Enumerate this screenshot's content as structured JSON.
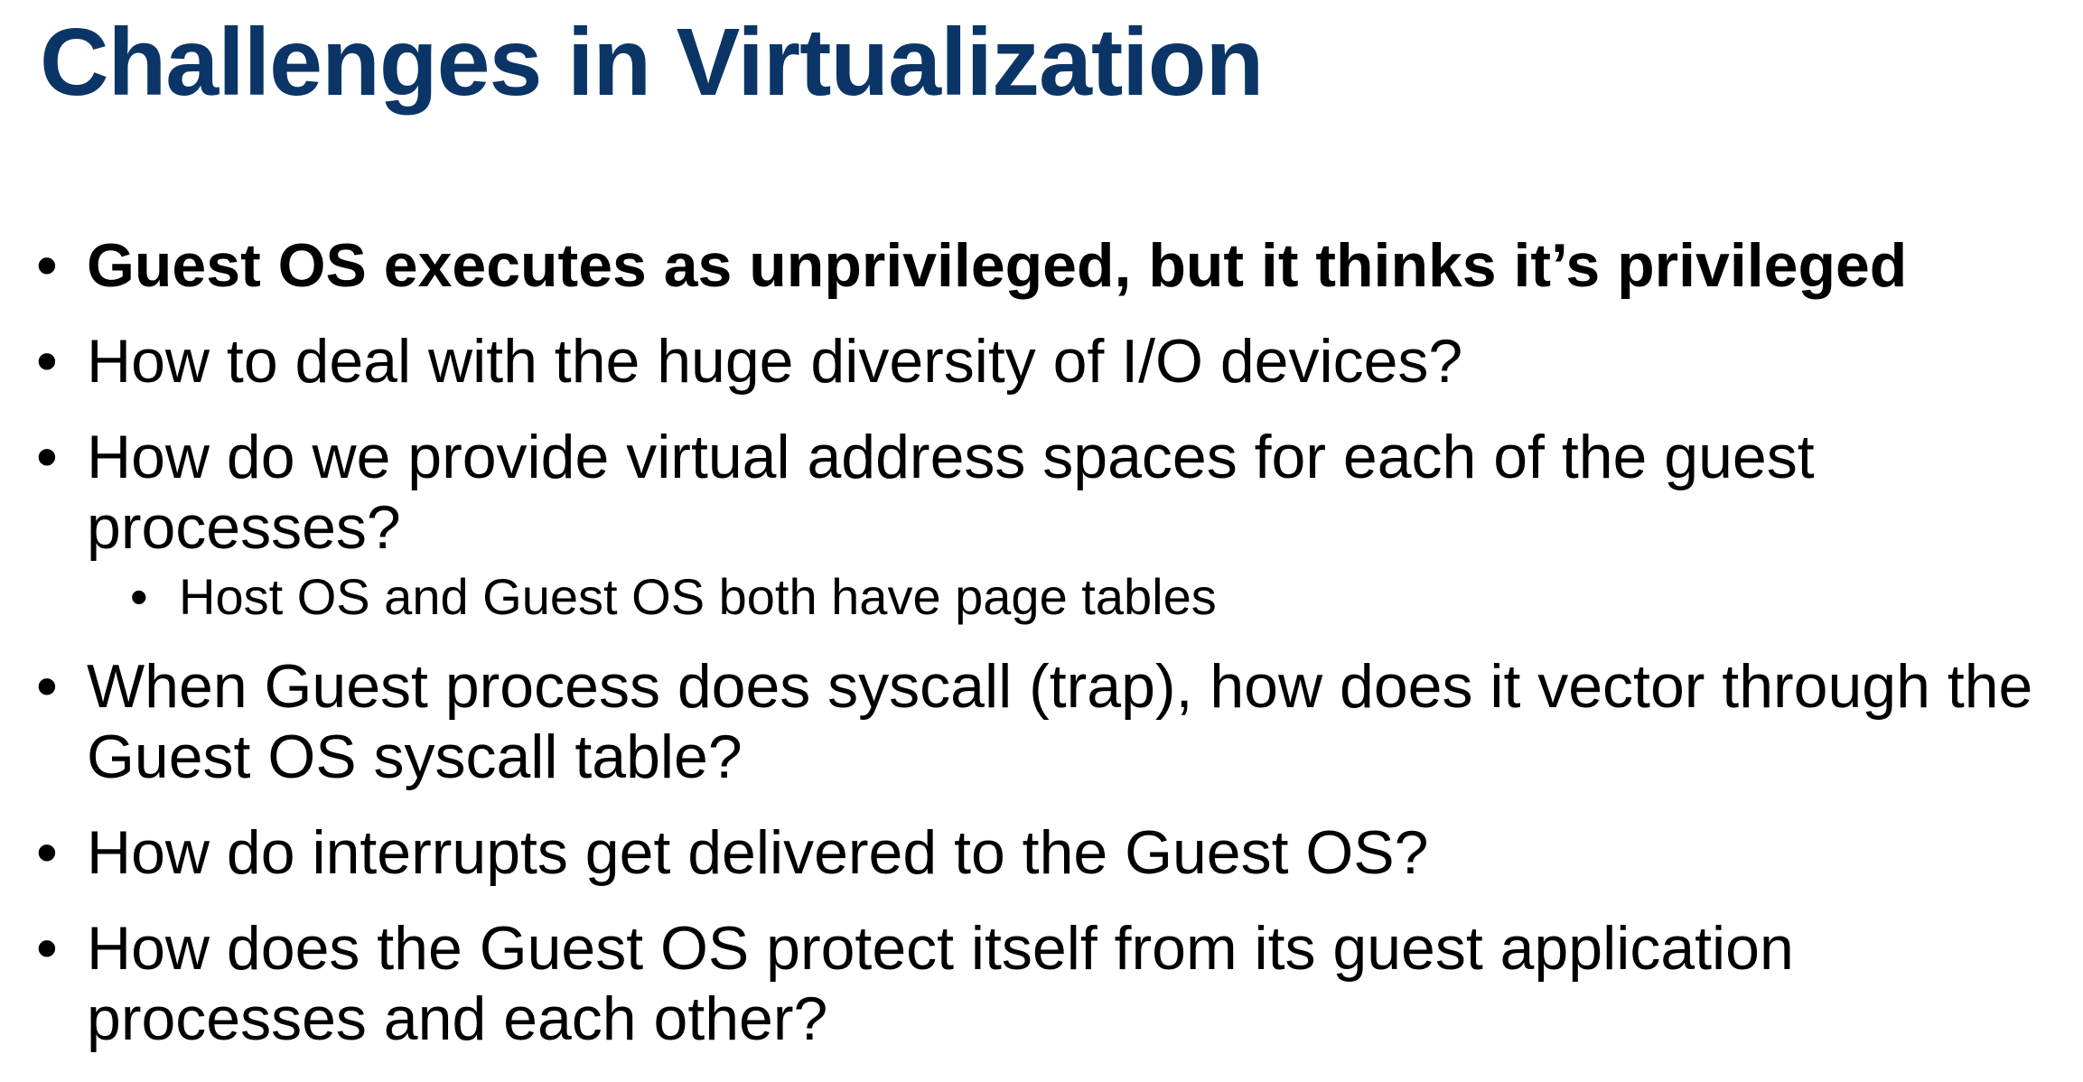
{
  "colors": {
    "title": "#0b3566",
    "body_text": "#000000",
    "background": "#ffffff"
  },
  "slide": {
    "title": "Challenges in Virtualization",
    "bullet_symbol": "•",
    "bullets": [
      {
        "text": "Guest OS executes as unprivileged, but it thinks it’s privileged",
        "bold": true
      },
      {
        "text": "How to deal with the huge diversity of I/O devices?"
      },
      {
        "text": "How do we provide virtual address spaces for each of the guest processes?",
        "sub_bullets": [
          {
            "text": "Host OS and Guest OS both have page tables"
          }
        ]
      },
      {
        "text": "When Guest process does syscall (trap), how does it vector through the Guest OS syscall table?"
      },
      {
        "text": "How do interrupts get delivered to the Guest OS?"
      },
      {
        "text": "How does the Guest OS protect itself from its guest application processes and each other?"
      }
    ]
  }
}
